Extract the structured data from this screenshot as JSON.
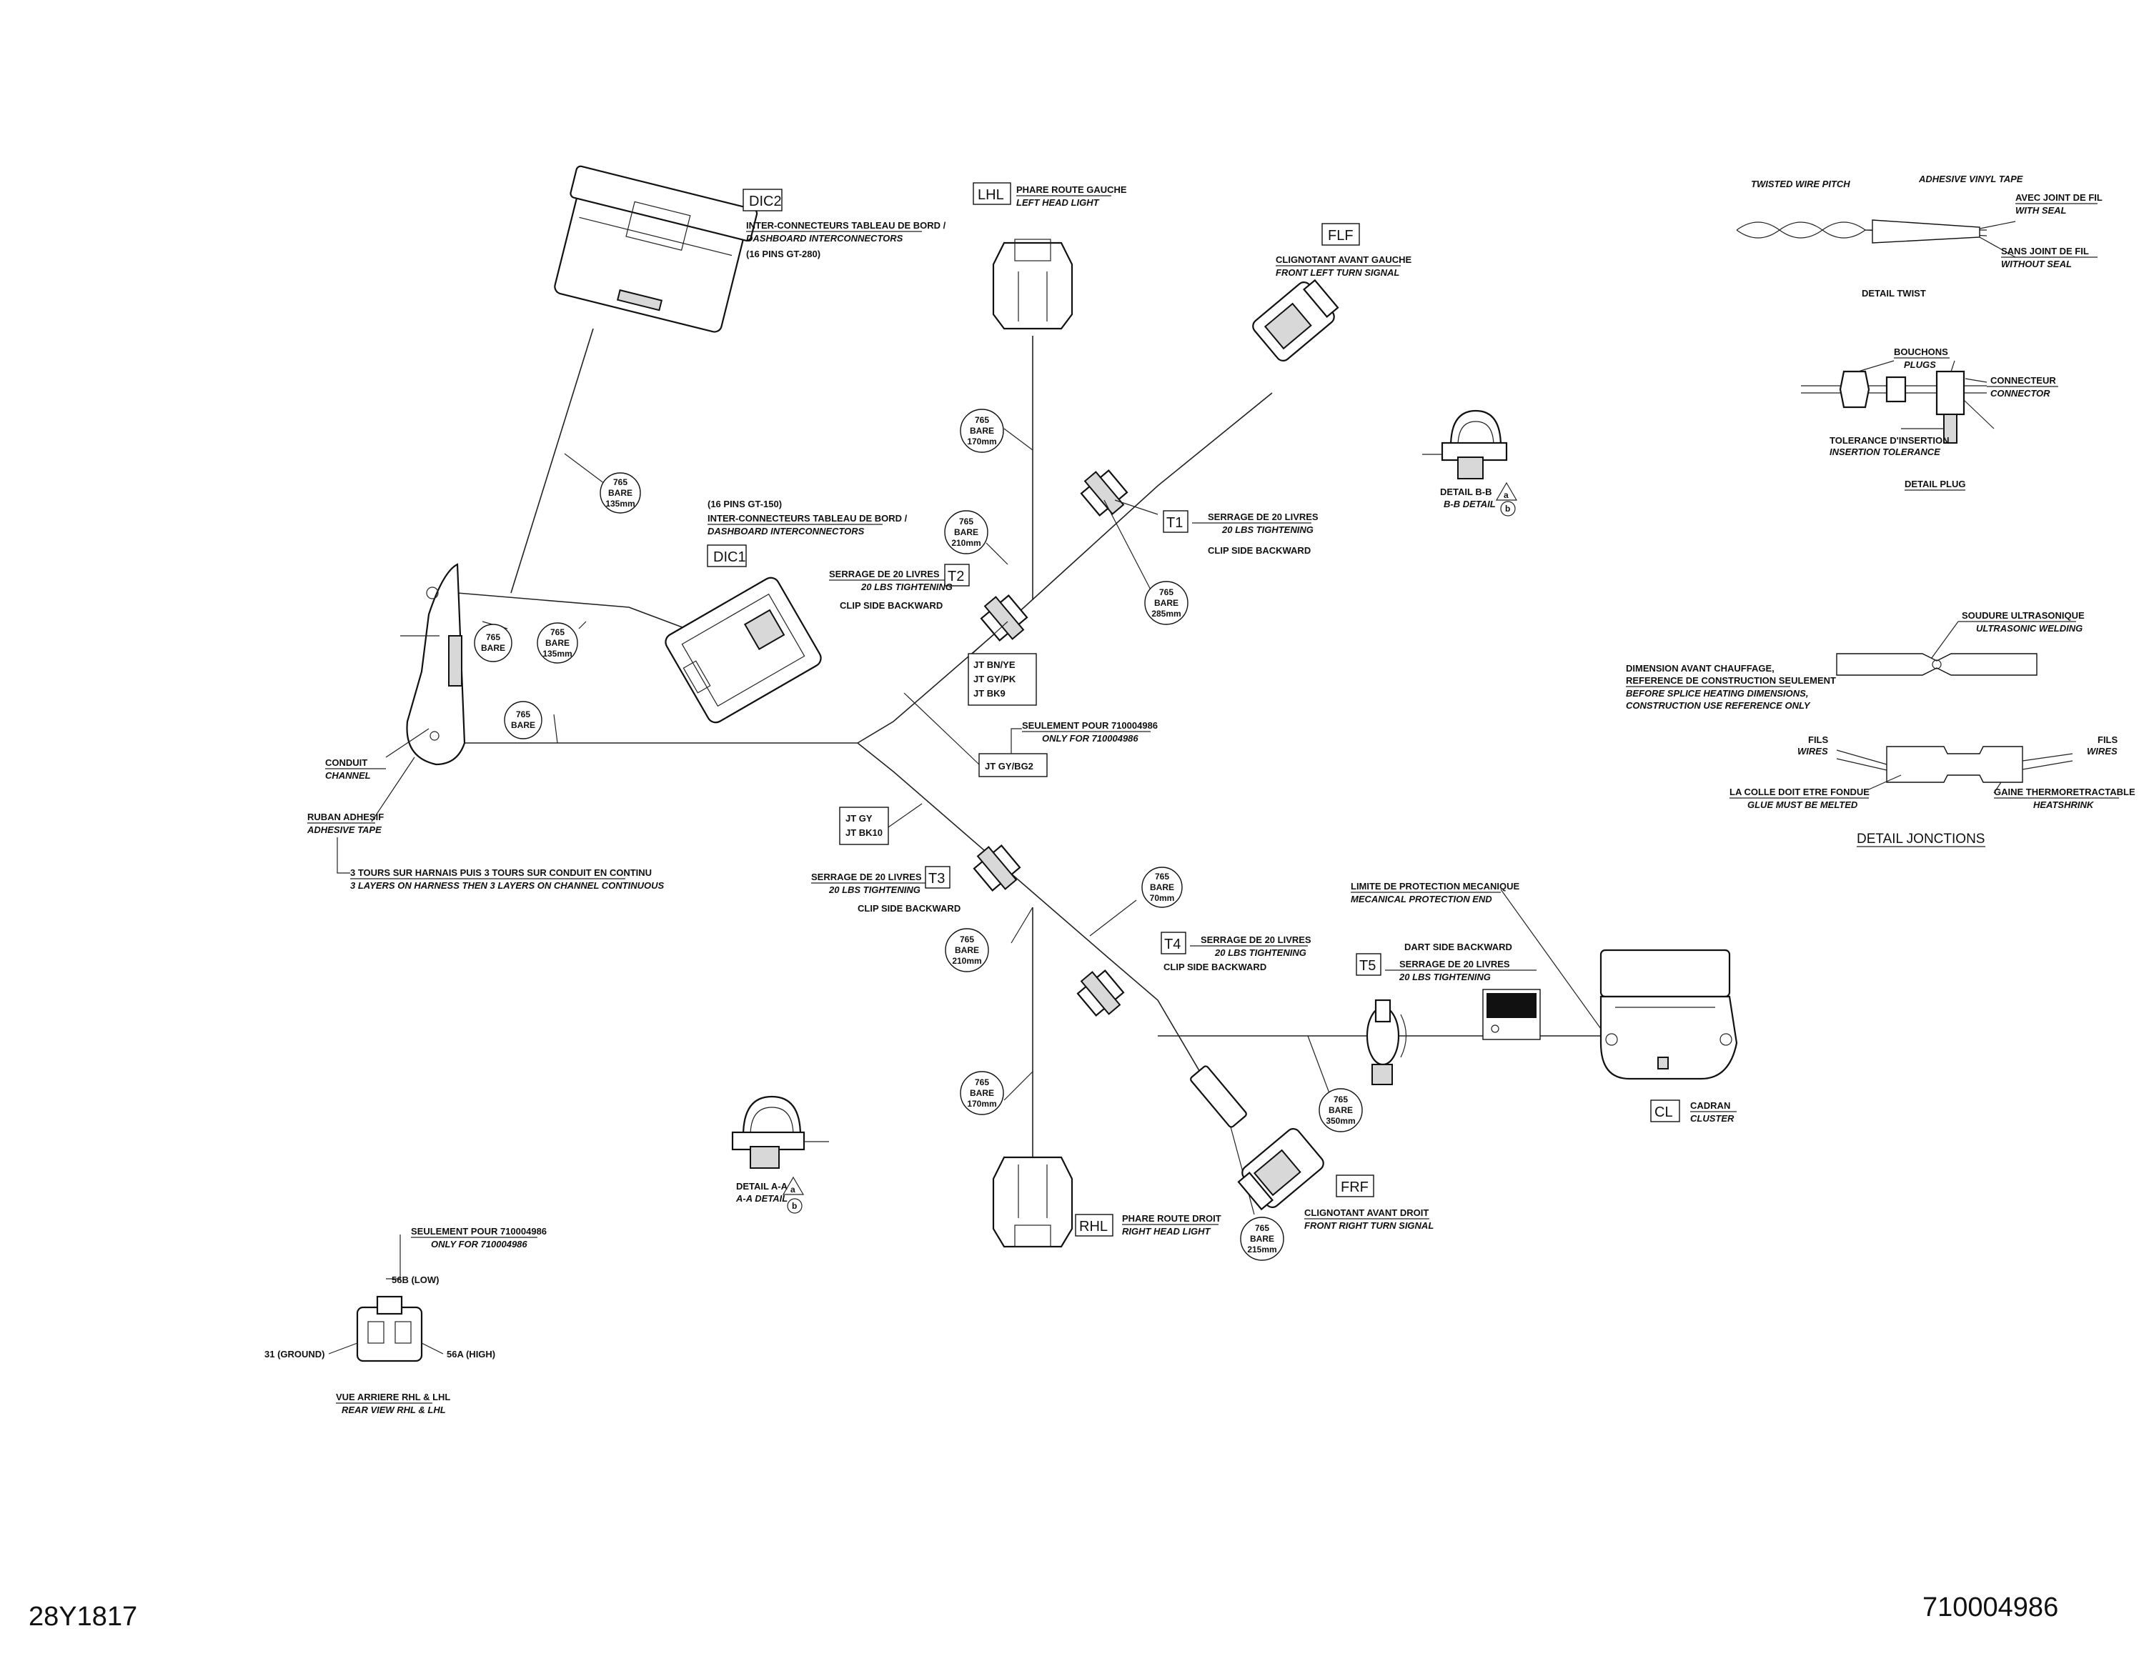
{
  "connectors": {
    "dic2": {
      "code": "DIC2",
      "fr": "INTER-CONNECTEURS TABLEAU DE BORD /",
      "en": "DASHBOARD INTERCONNECTORS",
      "pins": "(16 PINS GT-280)"
    },
    "dic1": {
      "code": "DIC1",
      "pins": "(16 PINS GT-150)",
      "fr": "INTER-CONNECTEURS TABLEAU DE BORD /",
      "en": "DASHBOARD INTERCONNECTORS"
    },
    "lhl": {
      "code": "LHL",
      "fr": "PHARE ROUTE GAUCHE",
      "en": "LEFT HEAD LIGHT"
    },
    "flf": {
      "code": "FLF",
      "fr": "CLIGNOTANT AVANT GAUCHE",
      "en": "FRONT LEFT TURN SIGNAL"
    },
    "rhl": {
      "code": "RHL",
      "fr": "PHARE ROUTE DROIT",
      "en": "RIGHT HEAD LIGHT"
    },
    "frf": {
      "code": "FRF",
      "fr": "CLIGNOTANT AVANT DROIT",
      "en": "FRONT RIGHT TURN SIGNAL"
    },
    "cl": {
      "code": "CL",
      "fr": "CADRAN",
      "en": "CLUSTER"
    }
  },
  "clips": {
    "t1": {
      "code": "T1",
      "fr": "SERRAGE DE 20 LIVRES",
      "en": "20 LBS TIGHTENING",
      "note": "CLIP SIDE BACKWARD"
    },
    "t2": {
      "code": "T2",
      "fr": "SERRAGE DE 20 LIVRES",
      "en": "20 LBS TIGHTENING",
      "note": "CLIP SIDE BACKWARD"
    },
    "t3": {
      "code": "T3",
      "fr": "SERRAGE DE 20 LIVRES",
      "en": "20 LBS TIGHTENING",
      "note": "CLIP SIDE BACKWARD"
    },
    "t4": {
      "code": "T4",
      "fr": "SERRAGE DE 20 LIVRES",
      "en": "20 LBS TIGHTENING",
      "note": "CLIP SIDE BACKWARD"
    },
    "t5": {
      "code": "T5",
      "note": "DART SIDE BACKWARD",
      "fr": "SERRAGE DE 20 LIVRES",
      "en": "20 LBS TIGHTENING"
    }
  },
  "bubbles": [
    {
      "a": "765",
      "b": "BARE",
      "c": "135mm"
    },
    {
      "a": "765",
      "b": "BARE",
      "c": "135mm"
    },
    {
      "a": "765",
      "b": "BARE",
      "c": ""
    },
    {
      "a": "765",
      "b": "BARE",
      "c": ""
    },
    {
      "a": "765",
      "b": "BARE",
      "c": "170mm"
    },
    {
      "a": "765",
      "b": "BARE",
      "c": "210mm"
    },
    {
      "a": "765",
      "b": "BARE",
      "c": "285mm"
    },
    {
      "a": "765",
      "b": "BARE",
      "c": "70mm"
    },
    {
      "a": "765",
      "b": "BARE",
      "c": "210mm"
    },
    {
      "a": "765",
      "b": "BARE",
      "c": "170mm"
    },
    {
      "a": "765",
      "b": "BARE",
      "c": "350mm"
    },
    {
      "a": "765",
      "b": "BARE",
      "c": "215mm"
    }
  ],
  "splices": {
    "top": [
      "JT BN/YE",
      "JT GY/PK",
      "JT BK9"
    ],
    "mid": "JT GY/BG2",
    "mid_note_fr": "SEULEMENT POUR 710004986",
    "mid_note_en": "ONLY FOR 710004986",
    "low": [
      "JT GY",
      "JT BK10"
    ]
  },
  "conduit": {
    "channel_fr": "CONDUIT",
    "channel_en": "CHANNEL",
    "tape_fr": "RUBAN ADHESIF",
    "tape_en": "ADHESIVE TAPE",
    "layers_fr": "3 TOURS SUR HARNAIS PUIS 3 TOURS SUR CONDUIT EN CONTINU",
    "layers_en": "3 LAYERS ON HARNESS THEN 3 LAYERS ON CHANNEL CONTINUOUS"
  },
  "protection": {
    "fr": "LIMITE DE PROTECTION MECANIQUE",
    "en": "MECANICAL PROTECTION END"
  },
  "detail_bb": {
    "fr": "DETAIL B-B",
    "en": "B-B DETAIL",
    "m1": "a",
    "m2": "b"
  },
  "detail_aa": {
    "fr": "DETAIL A-A",
    "en": "A-A DETAIL",
    "m1": "a",
    "m2": "b"
  },
  "rear_view": {
    "note_fr": "SEULEMENT POUR 710004986",
    "note_en": "ONLY FOR 710004986",
    "pin_low": "56B (LOW)",
    "pin_ground": "31 (GROUND)",
    "pin_high": "56A (HIGH)",
    "title_fr": "VUE ARRIERE RHL & LHL",
    "title_en": "REAR VIEW RHL & LHL"
  },
  "detail_twist": {
    "pitch": "TWISTED WIRE PITCH",
    "tape": "ADHESIVE VINYL TAPE",
    "seal_fr": "AVEC JOINT DE FIL",
    "seal_en": "WITH SEAL",
    "noseal_fr": "SANS JOINT DE FIL",
    "noseal_en": "WITHOUT SEAL",
    "title": "DETAIL TWIST"
  },
  "detail_plug": {
    "plugs_fr": "BOUCHONS",
    "plugs_en": "PLUGS",
    "conn_fr": "CONNECTEUR",
    "conn_en": "CONNECTOR",
    "tol_fr": "TOLERANCE D'INSERTION",
    "tol_en": "INSERTION TOLERANCE",
    "title": "DETAIL PLUG"
  },
  "detail_junctions": {
    "weld_fr": "SOUDURE ULTRASONIQUE",
    "weld_en": "ULTRASONIC WELDING",
    "dim1": "DIMENSION AVANT CHAUFFAGE,",
    "dim2": "REFERENCE DE CONSTRUCTION SEULEMENT",
    "dim3": "BEFORE SPLICE HEATING DIMENSIONS,",
    "dim4": "CONSTRUCTION USE REFERENCE ONLY",
    "wires_fr": "FILS",
    "wires_en": "WIRES",
    "glue_fr": "LA COLLE DOIT ETRE FONDUE",
    "glue_en": "GLUE MUST BE MELTED",
    "heat_fr": "GAINE THERMORETRACTABLE",
    "heat_en": "HEATSHRINK",
    "title": "DETAIL JONCTIONS"
  },
  "footer": {
    "left": "28Y1817",
    "right": "710004986"
  }
}
